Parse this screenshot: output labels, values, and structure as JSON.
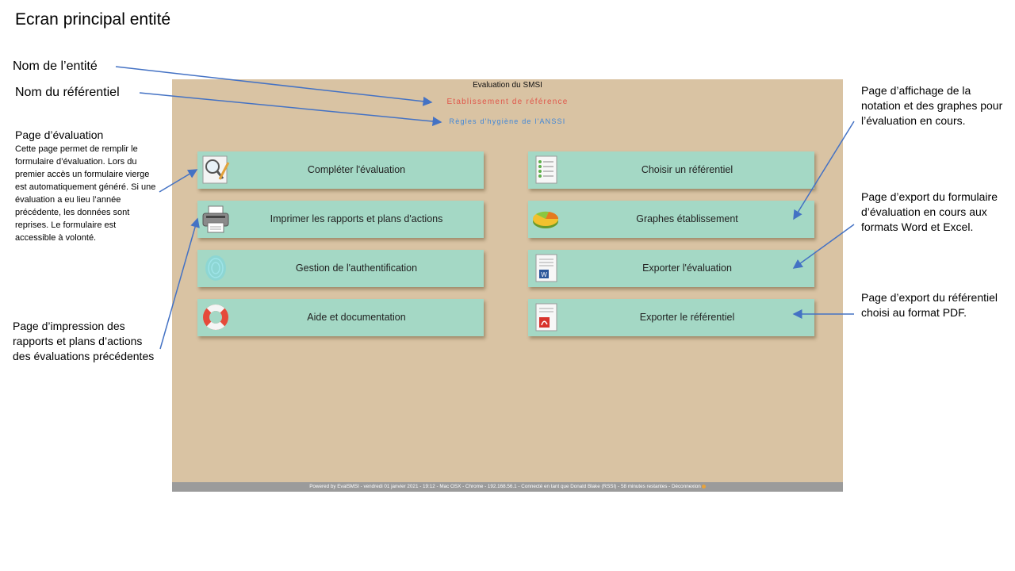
{
  "slide_title": "Ecran principal entité",
  "annotations": {
    "entity_name": "Nom de l’entité",
    "ref_name": "Nom du référentiel",
    "eval_page_title": "Page d’évaluation",
    "eval_page_desc": "Cette page permet de remplir le formulaire d’évaluation. Lors du premier accès un formulaire vierge est automatiquement généré. Si une évaluation a eu lieu l’année précédente, les données sont reprises. Le formulaire est accessible à volonté.",
    "print_page": "Page d’impression des rapports et plans d’actions des évaluations précédentes",
    "graphs_page": "Page d’affichage de la notation et des graphes pour l’évaluation en cours.",
    "export_eval_page": "Page d’export du formulaire d’évaluation en cours aux formats Word et Excel.",
    "export_ref_page": "Page d’export du référentiel choisi au format PDF."
  },
  "app": {
    "title": "Evaluation du SMSI",
    "entity_name": "Etablissement de référence",
    "ref_name": "Règles d'hygiène de l'ANSSI",
    "tiles": {
      "complete_eval": {
        "label": "Compléter l'évaluation",
        "icon": "magnifier-pen-icon"
      },
      "print_reports": {
        "label": "Imprimer les rapports et plans d'actions",
        "icon": "printer-icon"
      },
      "auth": {
        "label": "Gestion de l'authentification",
        "icon": "fingerprint-icon"
      },
      "help": {
        "label": "Aide et documentation",
        "icon": "lifebuoy-icon"
      },
      "choose_ref": {
        "label": "Choisir un référentiel",
        "icon": "checklist-document-icon"
      },
      "graphs": {
        "label": "Graphes établissement",
        "icon": "pie-chart-icon"
      },
      "export_eval": {
        "label": "Exporter l'évaluation",
        "icon": "word-document-icon"
      },
      "export_ref": {
        "label": "Exporter le référentiel",
        "icon": "pdf-document-icon"
      }
    },
    "footer": "Powered by EvalSMSI - vendredi 01 janvier 2021 - 19:12 - Mac OSX - Chrome - 192.168.56.1 - Connecté en tant que Donald Blake (RSSI) - 58 minutes restantes - Déconnexion"
  }
}
